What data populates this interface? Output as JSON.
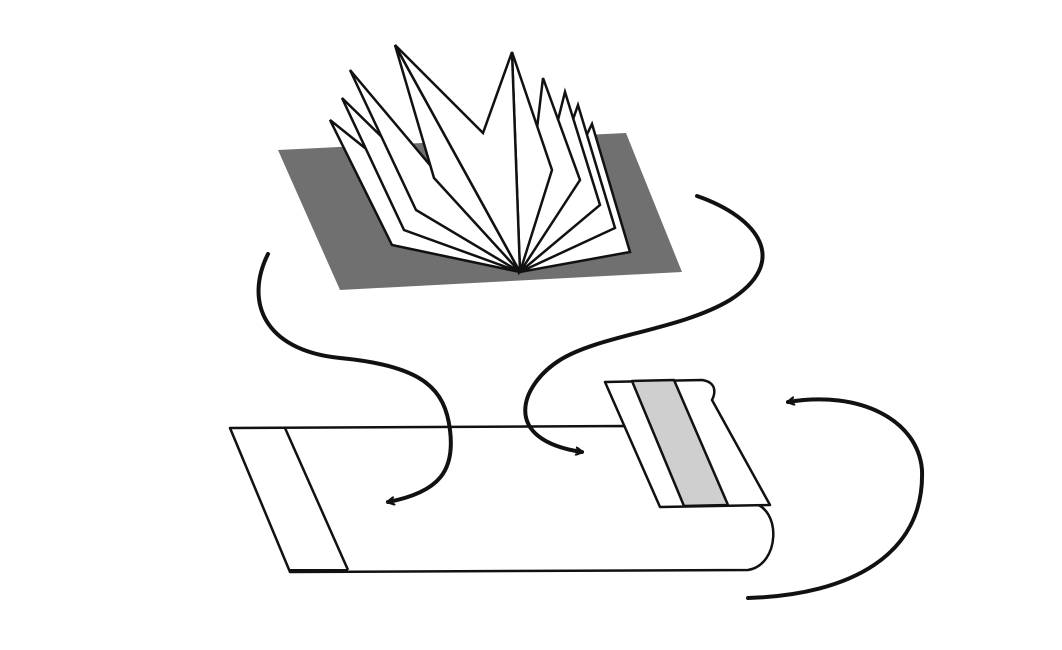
{
  "diagram": {
    "background_color": "#ffffff",
    "stroke_color": "#111111",
    "shadow_sheet_color": "#707070",
    "stripe_color": "#cfcfcf",
    "page_fill_color": "#ffffff",
    "components": [
      "open-book-icon",
      "book-cover-sheet",
      "spine-label-strip",
      "arrow-left-to-cover",
      "arrow-right-to-cover",
      "arrow-return-to-spine"
    ]
  }
}
